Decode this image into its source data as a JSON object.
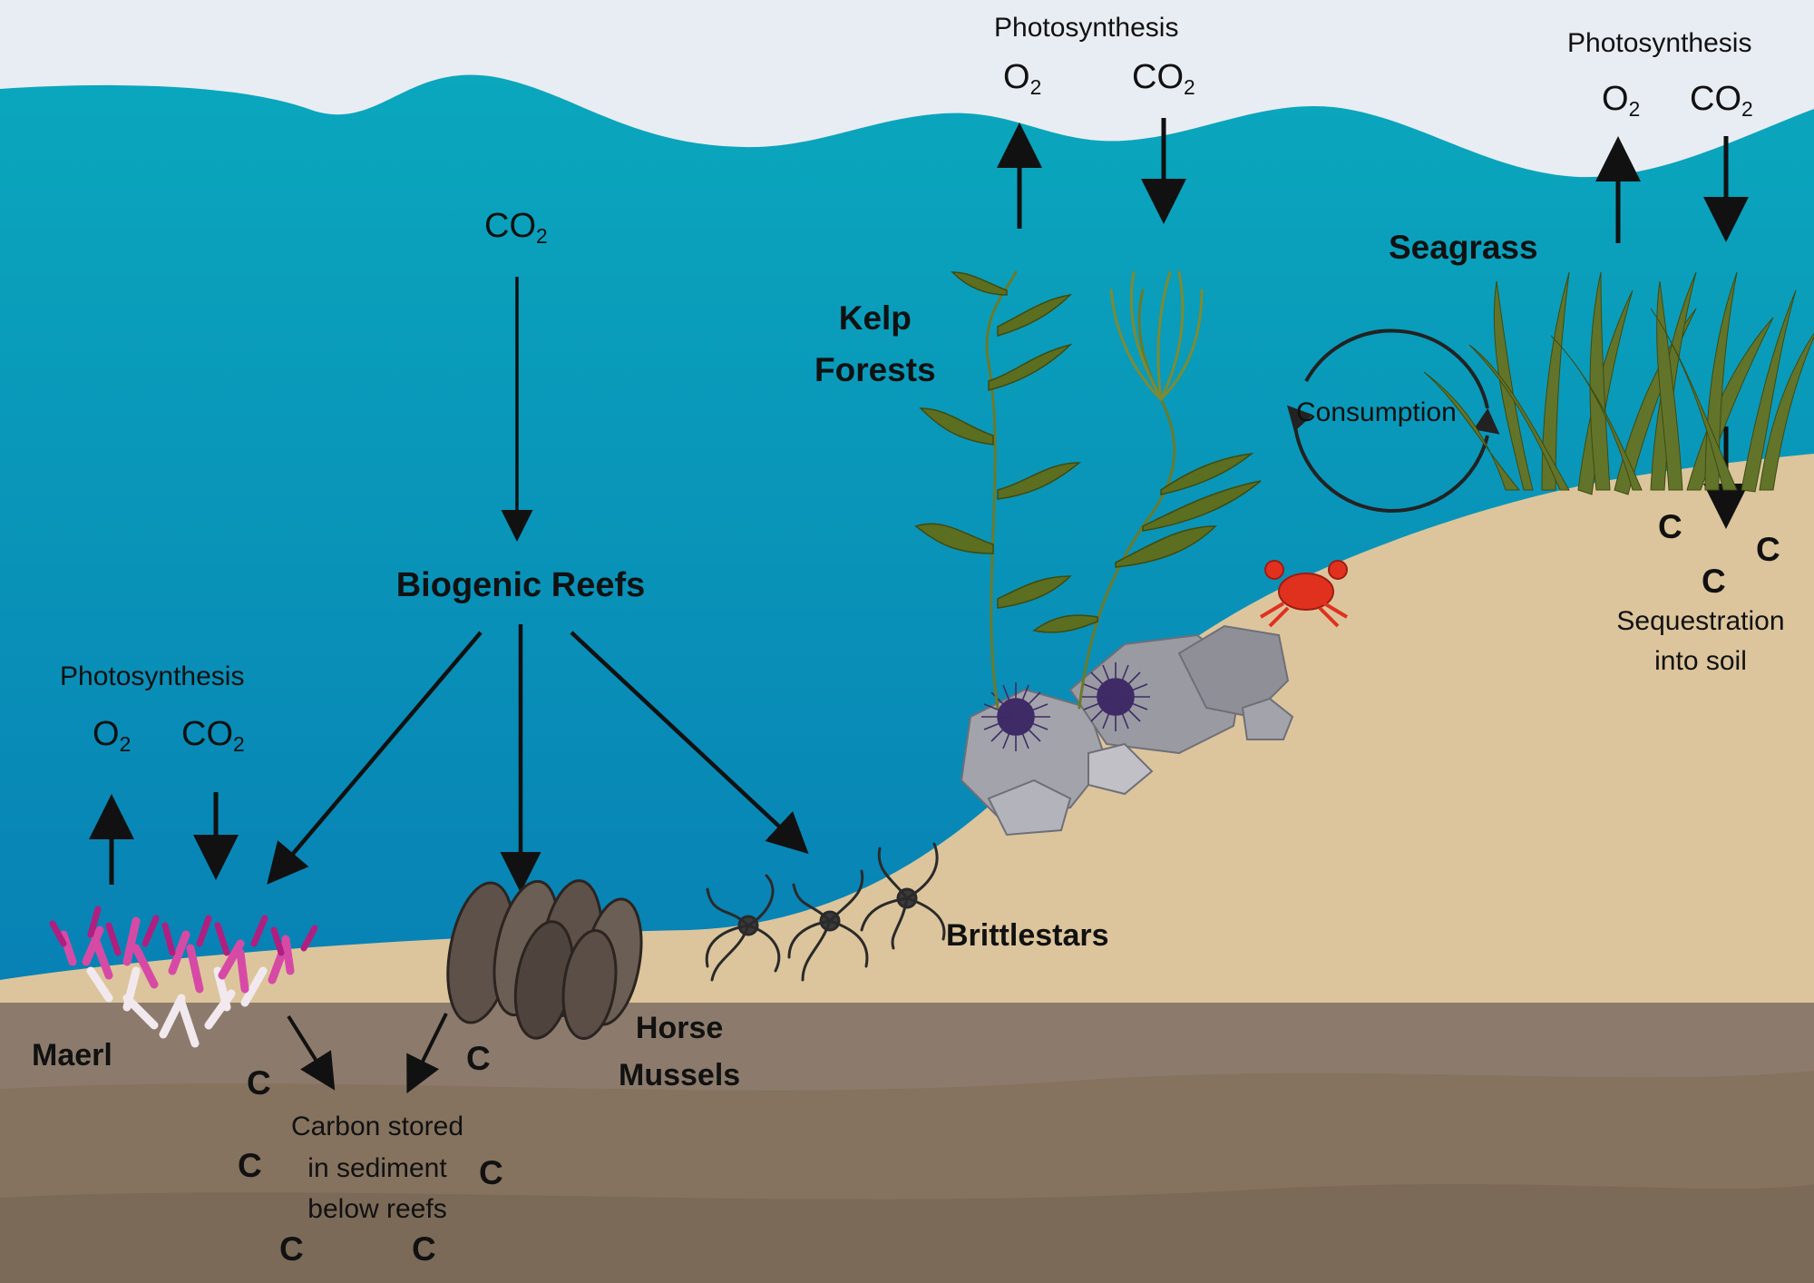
{
  "labels": {
    "biogenic_reefs": "Biogenic Reefs",
    "kelp_forests_line1": "Kelp",
    "kelp_forests_line2": "Forests",
    "seagrass": "Seagrass",
    "maerl": "Maerl",
    "horse_mussels_line1": "Horse",
    "horse_mussels_line2": "Mussels",
    "brittlestars": "Brittlestars",
    "consumption": "Consumption",
    "photosynthesis": "Photosynthesis",
    "carbon_stored_line1": "Carbon stored",
    "carbon_stored_line2": "in sediment",
    "carbon_stored_line3": "below reefs",
    "sequestration_line1": "Sequestration",
    "sequestration_line2": "into soil",
    "carbon_symbol": "C"
  },
  "gases": {
    "o2_base": "O",
    "o2_sub": "2",
    "co2_base": "CO",
    "co2_sub": "2"
  },
  "colors": {
    "sky": "#e8edf3",
    "water_top": "#0aa7bd",
    "water_bottom": "#0880b4",
    "sand": "#dcc59c",
    "sediment": "#8c7b6c",
    "arrow": "#111111",
    "maerl": "#c2278a",
    "kelp": "#5c6e1f",
    "seagrass": "#62742a",
    "crab": "#e0311f",
    "urchin": "#4a3270",
    "rock": "#9b9ba3"
  }
}
